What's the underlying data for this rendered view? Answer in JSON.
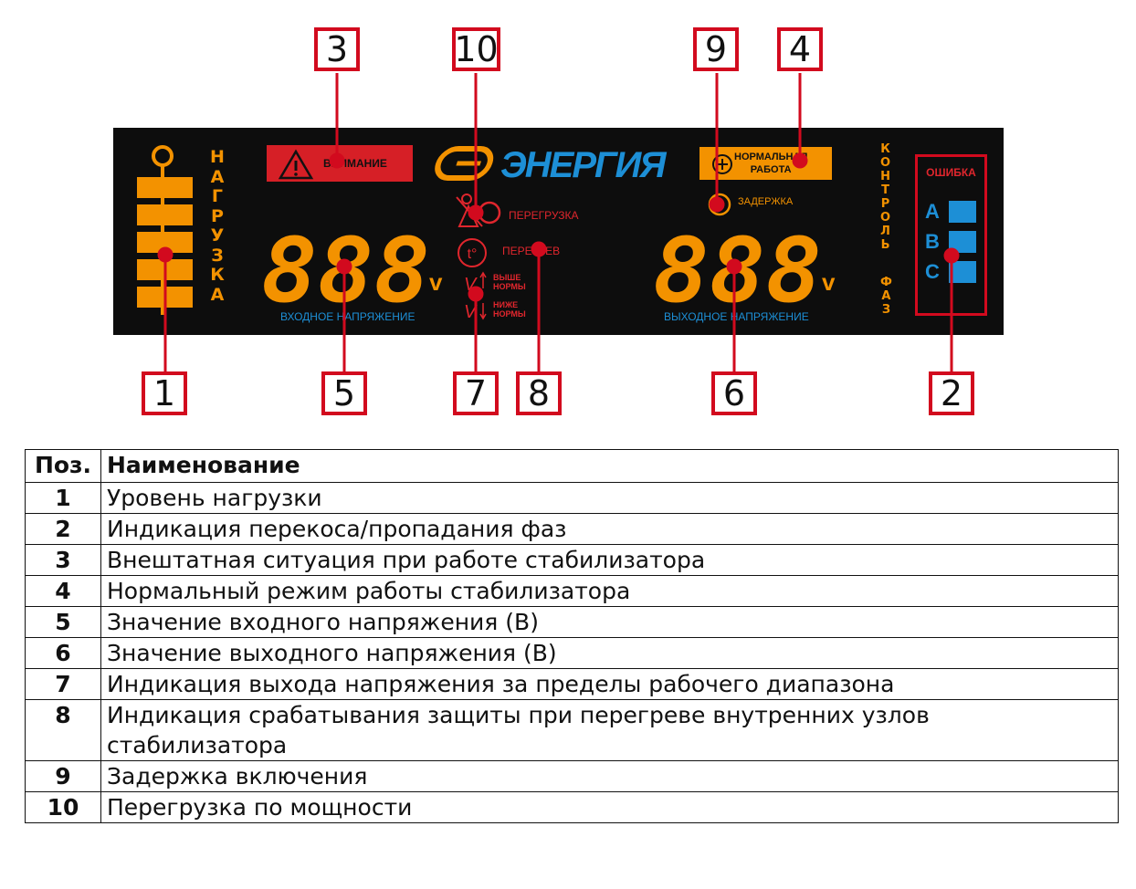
{
  "callouts": [
    "1",
    "2",
    "3",
    "4",
    "5",
    "6",
    "7",
    "8",
    "9",
    "10"
  ],
  "panel": {
    "load_label": "НАГРУЗКА",
    "warning_label": "ВНИМАНИЕ",
    "brand": "ЭНЕРГИЯ",
    "normal_label_line1": "НОРМАЛЬНАЯ",
    "normal_label_line2": "РАБОТА",
    "delay_label": "ЗАДЕРЖКА",
    "overload_label": "ПЕРЕГРУЗКА",
    "overheat_label": "ПЕРЕГРЕВ",
    "temp_symbol": "t°",
    "above_norm_line1": "ВЫШЕ",
    "above_norm_line2": "НОРМЫ",
    "below_norm_line1": "НИЖЕ",
    "below_norm_line2": "НОРМЫ",
    "input_display": "888",
    "output_display": "888",
    "volt_unit": "v",
    "input_voltage_label": "ВХОДНОЕ НАПРЯЖЕНИЕ",
    "output_voltage_label": "ВЫХОДНОЕ НАПРЯЖЕНИЕ",
    "phase_control_label_1": "КОНТРОЛЬ",
    "phase_control_label_2": "ФАЗ",
    "error_label": "ОШИБКА",
    "phases": [
      "A",
      "B",
      "C"
    ],
    "colors": {
      "panel_bg": "#0d0d0d",
      "orange": "#f39200",
      "blue": "#1d8fd6",
      "red": "#d61f26",
      "callout_red": "#d20a1e"
    }
  },
  "legend": {
    "header_pos": "Поз.",
    "header_name": "Наименование",
    "rows": [
      {
        "pos": "1",
        "name": "Уровень нагрузки"
      },
      {
        "pos": "2",
        "name": "Индикация перекоса/пропадания фаз"
      },
      {
        "pos": "3",
        "name": "Внештатная ситуация при работе стабилизатора"
      },
      {
        "pos": "4",
        "name": "Нормальный режим работы стабилизатора"
      },
      {
        "pos": "5",
        "name": "Значение входного напряжения (В)"
      },
      {
        "pos": "6",
        "name": "Значение выходного напряжения (В)"
      },
      {
        "pos": "7",
        "name": "Индикация выхода напряжения за пределы рабочего диапазона"
      },
      {
        "pos": "8",
        "name": "Индикация срабатывания защиты при перегреве внутренних узлов стабилизатора"
      },
      {
        "pos": "9",
        "name": "Задержка включения"
      },
      {
        "pos": "10",
        "name": "Перегрузка по мощности"
      }
    ]
  }
}
